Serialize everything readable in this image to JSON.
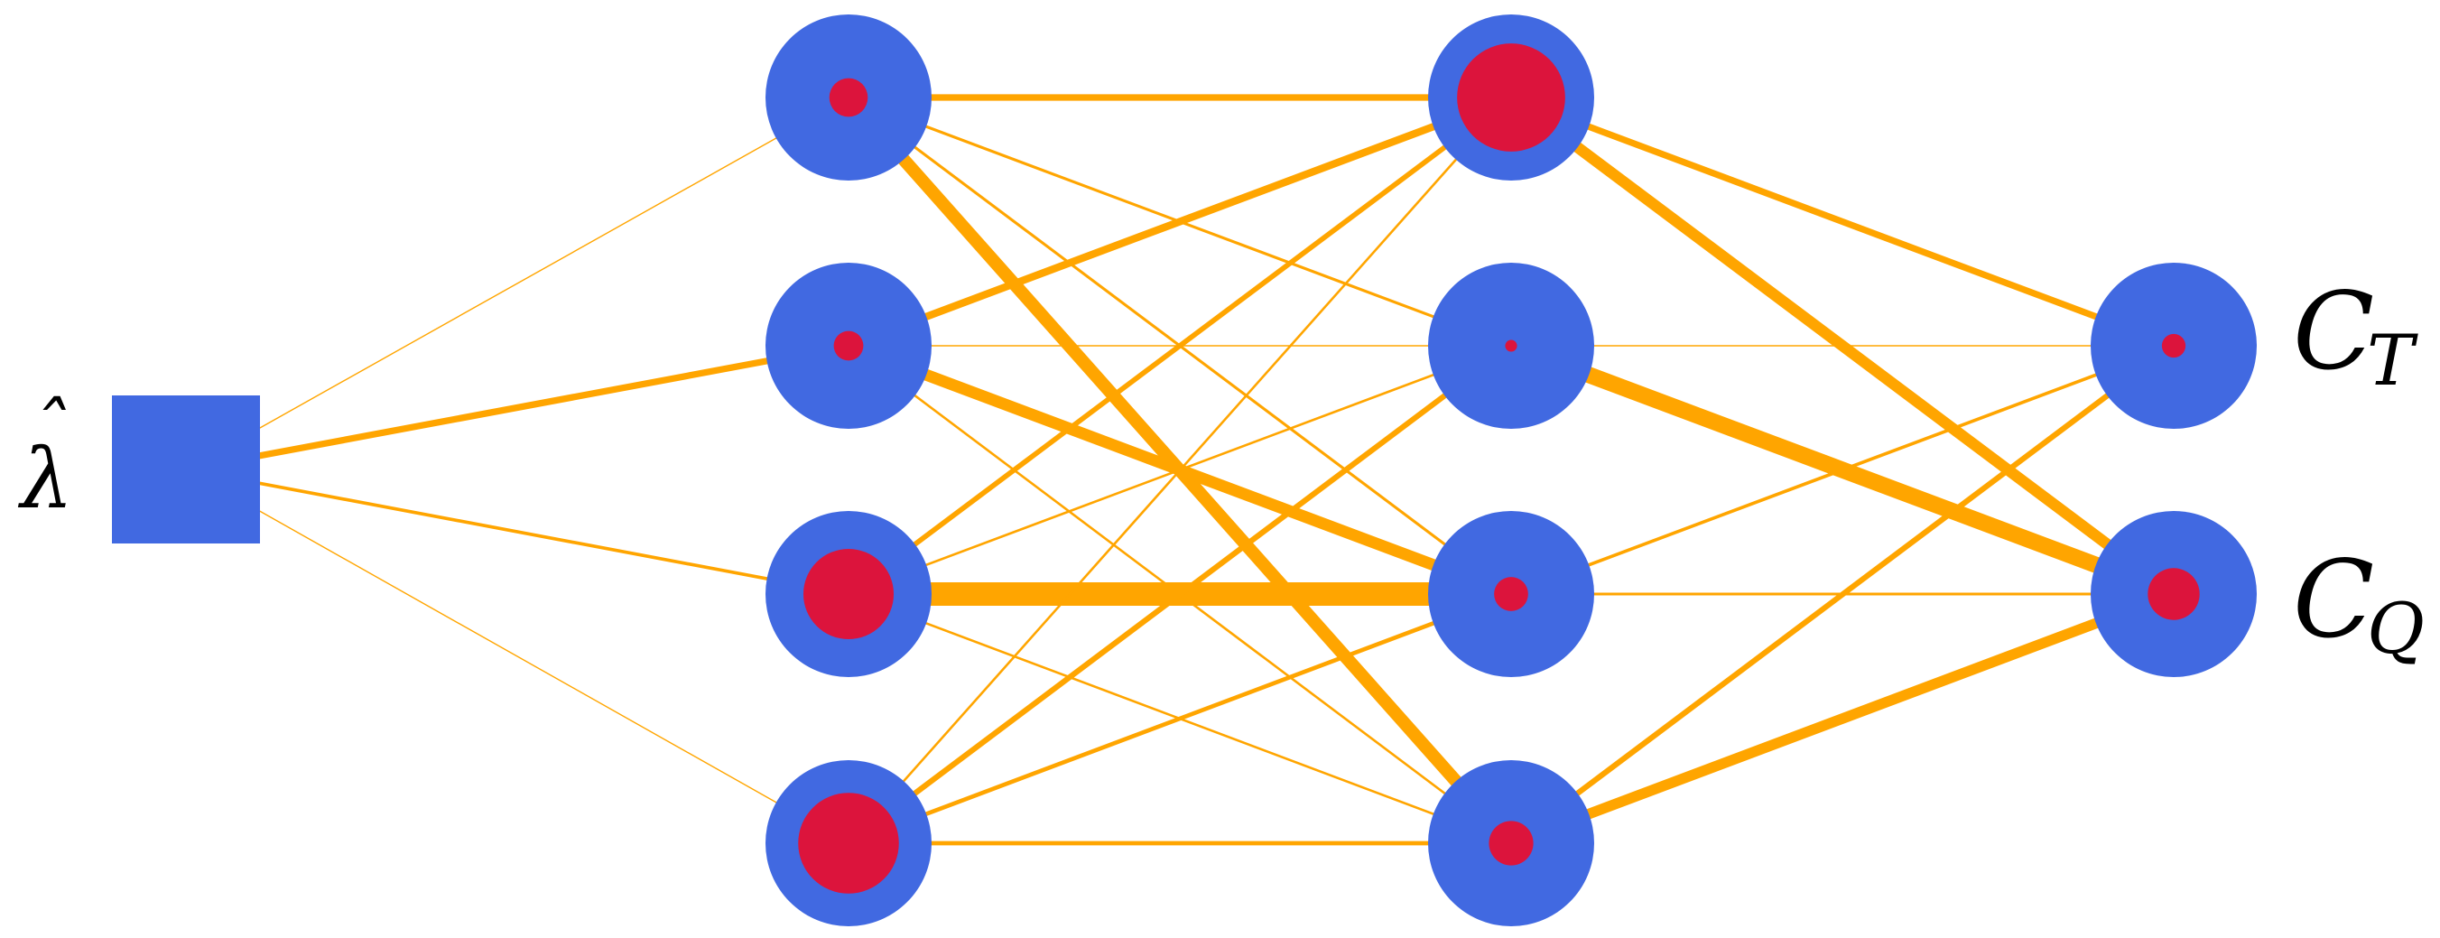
{
  "diagram": {
    "type": "neural-network",
    "colors": {
      "node": "#4169E1",
      "activation": "#DC143C",
      "edge": "#FFA500",
      "background": "#FFFFFF",
      "label": "#000000"
    },
    "input": {
      "label_base": "λ",
      "label_accent": "ˆ"
    },
    "outputs": [
      {
        "label_base": "C",
        "label_sub": "T"
      },
      {
        "label_base": "C",
        "label_sub": "Q"
      }
    ],
    "layers": [
      {
        "name": "input",
        "size": 1,
        "activations": [
          0
        ]
      },
      {
        "name": "hidden-1",
        "size": 4,
        "activations": [
          0.26,
          0.2,
          0.61,
          0.68
        ]
      },
      {
        "name": "hidden-2",
        "size": 4,
        "activations": [
          0.73,
          0.08,
          0.23,
          0.3
        ]
      },
      {
        "name": "output",
        "size": 2,
        "activations": [
          0.16,
          0.35
        ]
      }
    ],
    "weights": {
      "input_to_hidden1": [
        [
          0.05
        ],
        [
          0.28
        ],
        [
          0.14
        ],
        [
          0.05
        ]
      ],
      "hidden1_to_hidden2": [
        [
          0.28,
          0.12,
          0.12,
          0.55
        ],
        [
          0.32,
          0.02,
          0.5,
          0.1
        ],
        [
          0.22,
          0.1,
          1.0,
          0.1
        ],
        [
          0.1,
          0.24,
          0.18,
          0.18
        ]
      ],
      "hidden2_to_output": [
        [
          0.28,
          0.48
        ],
        [
          0.05,
          0.7
        ],
        [
          0.14,
          0.12
        ],
        [
          0.24,
          0.45
        ]
      ]
    }
  }
}
